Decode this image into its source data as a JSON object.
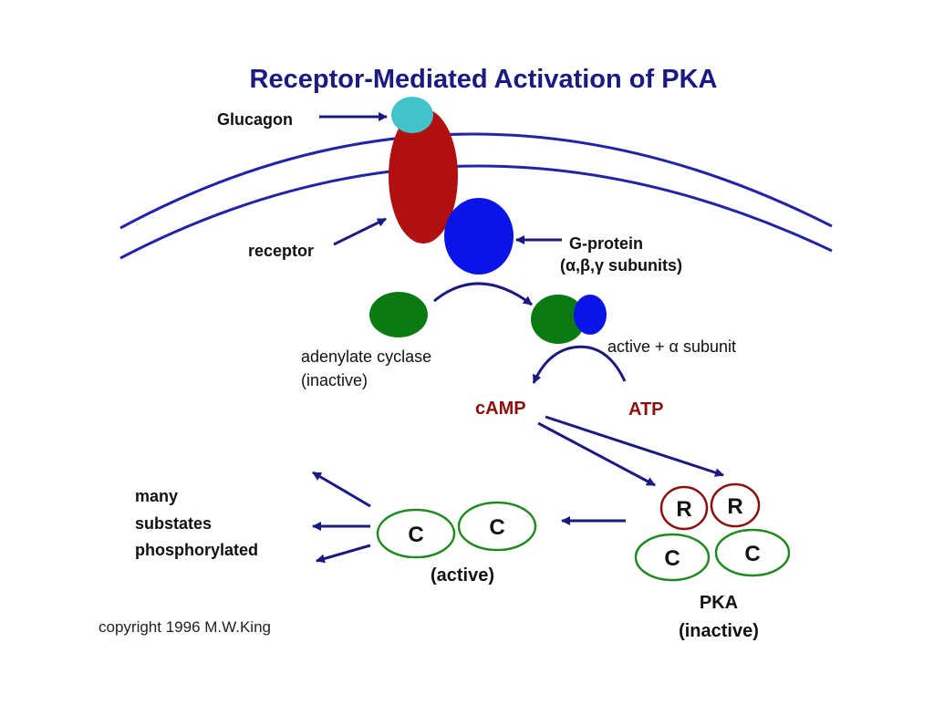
{
  "diagram": {
    "title": "Receptor-Mediated Activation of PKA",
    "labels": {
      "glucagon": "Glucagon",
      "receptor": "receptor",
      "gprotein": "G-protein",
      "gprotein_subunits": "(α,β,γ subunits)",
      "adenylate_cyclase": "adenylate cyclase",
      "adenylate_cyclase_state": "(inactive)",
      "active_subunit": "active + α subunit",
      "camp": "cAMP",
      "atp": "ATP",
      "substrates_line1": "many",
      "substrates_line2": "substates",
      "substrates_line3": "phosphorylated",
      "catalytic": "C",
      "regulatory": "R",
      "active_state": "(active)",
      "pka": "PKA",
      "pka_state": "(inactive)",
      "copyright": "copyright 1996 M.W.King"
    },
    "colors": {
      "title": "#1a1a80",
      "membrane": "#2323a8",
      "arrow": "#1a1a80",
      "glucagon": "#40c4c8",
      "receptor": "#b01010",
      "gprotein": "#0a14e8",
      "adenylate_cyclase": "#0a7a12",
      "molecule_text": "#8a1010",
      "c_subunit_outline": "#1f8a1f",
      "r_subunit_outline": "#8a1010"
    }
  }
}
